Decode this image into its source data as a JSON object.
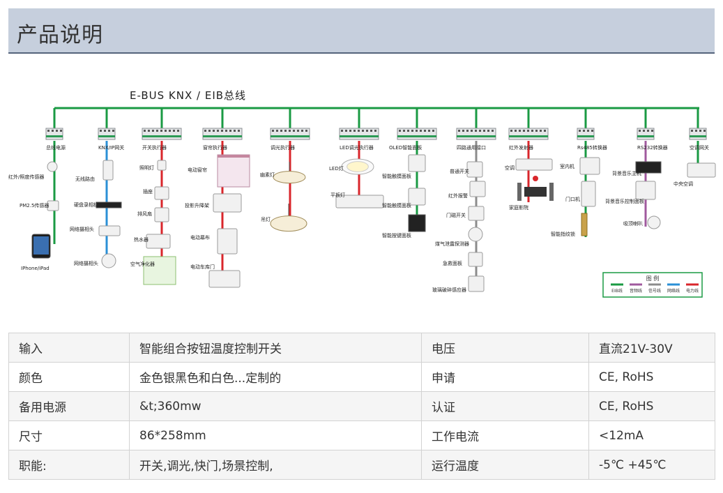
{
  "header": {
    "title": "产品说明"
  },
  "diagram": {
    "bus_title": "E-BUS KNX / EIB总线",
    "modules": [
      "总线电源",
      "KNX/IP网关",
      "开关执行器",
      "窗帘执行器",
      "调光执行器",
      "LED调光执行器",
      "OLED智能面板",
      "四路通用接口",
      "红外发射器",
      "Rs485转换器",
      "RS232转换器",
      "空调网关"
    ],
    "devices": [
      "红外/照度传感器",
      "PM2.5传感器",
      "IPhone/iPad",
      "无线路由",
      "硬盘录相机",
      "网络摄相头",
      "网络摄相头",
      "照明灯",
      "插座",
      "排风扇",
      "热水器",
      "空气净化器",
      "电动窗帘",
      "投影升降架",
      "电动幕布",
      "电动车库门",
      "幽素灯",
      "吊灯",
      "LED灯",
      "平板灯",
      "智能触摸面板",
      "智能触摸面板",
      "智能按键面板",
      "普通开关",
      "红外报警",
      "门磁开关",
      "煤气泄露探测器",
      "急救面板",
      "玻璃破碎感应器",
      "空调",
      "家庭影院",
      "室内机",
      "门口机",
      "智能指纹锁",
      "背景音乐主机",
      "背景音乐控制面板",
      "吸顶喇叭",
      "中央空调"
    ],
    "legend": {
      "title": "图 例",
      "items": [
        "EIB线",
        "音频线",
        "信号线",
        "网络线",
        "电力线"
      ],
      "colors": [
        "#1a9a43",
        "#a05a9e",
        "#8c8c8c",
        "#2a8fd6",
        "#d9262b"
      ]
    },
    "colors": {
      "bus": "#1a9a43",
      "power": "#d9262b",
      "network": "#2a8fd6",
      "audio": "#a05a9e",
      "signal": "#8c8c8c"
    }
  },
  "spec_table": [
    [
      "输入",
      "智能组合按钮温度控制开关",
      "电压",
      "直流21V-30V"
    ],
    [
      "颜色",
      "金色银黑色和白色...定制的",
      "申请",
      "CE, RoHS"
    ],
    [
      "备用电源",
      "&t;360mw",
      "认证",
      "CE, RoHS"
    ],
    [
      "尺寸",
      "86*258mm",
      "工作电流",
      "<12mA"
    ],
    [
      "职能:",
      "开关,调光,快门,场景控制,",
      "运行温度",
      "-5℃ +45℃"
    ]
  ]
}
